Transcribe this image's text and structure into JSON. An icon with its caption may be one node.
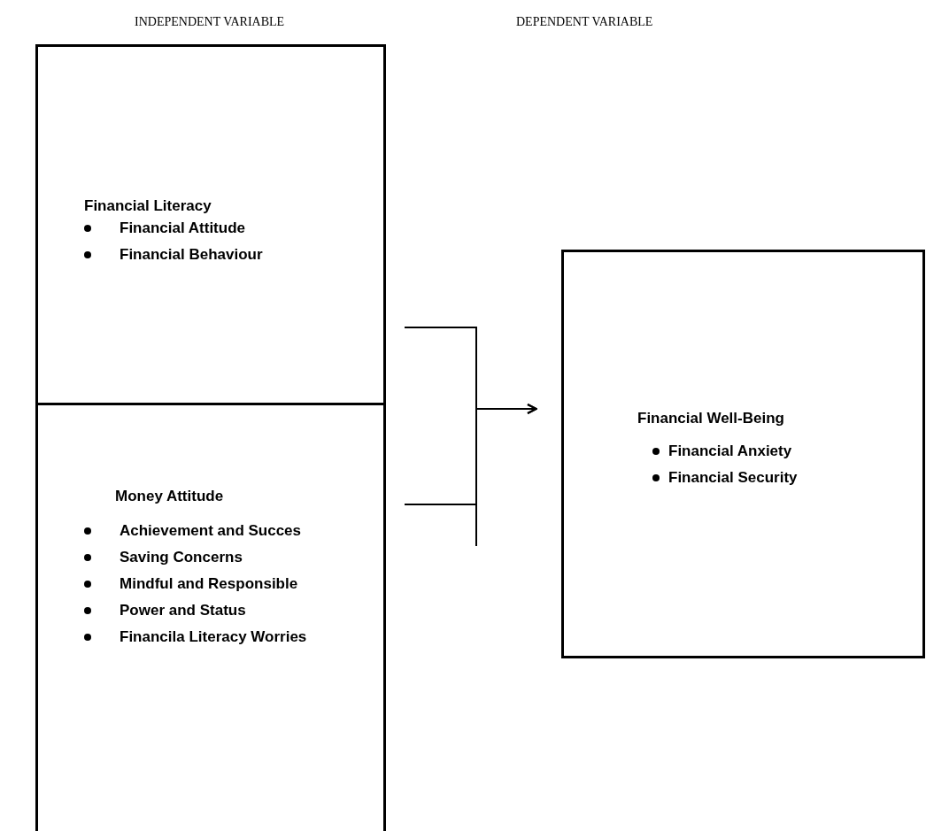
{
  "diagram": {
    "nodes": [
      {
        "text": [
          "Financial Literacy",
          "Financial Attitude",
          "Financial Behaviour"
        ]
      },
      {
        "text": [
          "Money Attitude",
          "Achievement and Succes",
          "Saving Concerns",
          "Mindful and Responsible",
          "Power and Status",
          "Financila Literacy Worries"
        ]
      },
      {
        "text": [
          "Financial Well-Being",
          "Financial Anxiety",
          "Financial Security"
        ]
      }
    ],
    "edges": [
      {
        "from": 0,
        "to": 2,
        "arrow": "to"
      },
      {
        "from": 1,
        "to": 2,
        "arrow": "to"
      }
    ],
    "labels": [
      "INDEPENDENT VARIABLE",
      "DEPENDENT VARIABLE"
    ]
  }
}
